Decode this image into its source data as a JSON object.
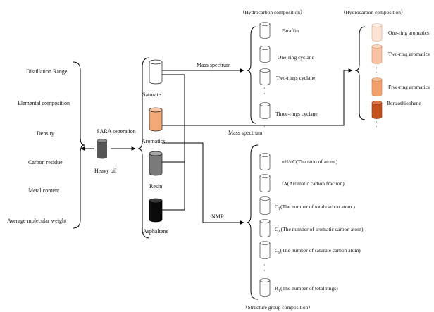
{
  "properties": [
    "Distillation Range",
    "Elemental composition",
    "Density",
    "Carbon residue",
    "Metal content",
    "Average molecular weight"
  ],
  "heavy_oil": "Heavy oil",
  "sara_label": "SARA seperation",
  "fractions": [
    "Saturate",
    "Aromatics",
    "Resin",
    "Asphaltene"
  ],
  "edge_labels": {
    "mass_spectrum_top": "Mass spectrum",
    "mass_spectrum_mid": "Mass spectrum",
    "nmr": "NMR"
  },
  "hydrocarbon_header_1": "（Hydrocarbon composition）",
  "hydrocarbon_header_2": "（Hydrocarbon composition）",
  "saturate_items": [
    "Paraffin",
    "One-ring cyclane",
    "Two-rings cyclane",
    "Three-rings cyclane"
  ],
  "aromatic_items": [
    "One-ring aromatics",
    "Two-ring aromatics",
    "Five-ring aromatics",
    "Benzothiophene"
  ],
  "nmr_items": [
    {
      "main": "nH/nC(The ratio of atom )",
      "sub": ""
    },
    {
      "main": "fA(Aromatic carbon fraction)",
      "sub": ""
    },
    {
      "main": "C",
      "sub": "T",
      "rest": "(The number of total carbon atom )"
    },
    {
      "main": "C",
      "sub": "A",
      "rest": "(The number of aromatic carbon atom)"
    },
    {
      "main": "C",
      "sub": "S",
      "rest": "(The number of saturate carbon atom)"
    },
    {
      "main": "R",
      "sub": "T",
      "rest": "(The number of total rings)"
    }
  ],
  "structure_footer": "（Structure group composition）",
  "ellipsis": "·",
  "colors": {
    "saturate": "#ffffff",
    "aromatics": "#f2a877",
    "resin": "#7a7a7a",
    "asphaltene": "#0a0a0a",
    "heavy_oil": "#555555",
    "ar1": "#fde3d3",
    "ar2": "#f9c4a3",
    "ar5": "#f1a06c",
    "benzo": "#c4501e"
  }
}
